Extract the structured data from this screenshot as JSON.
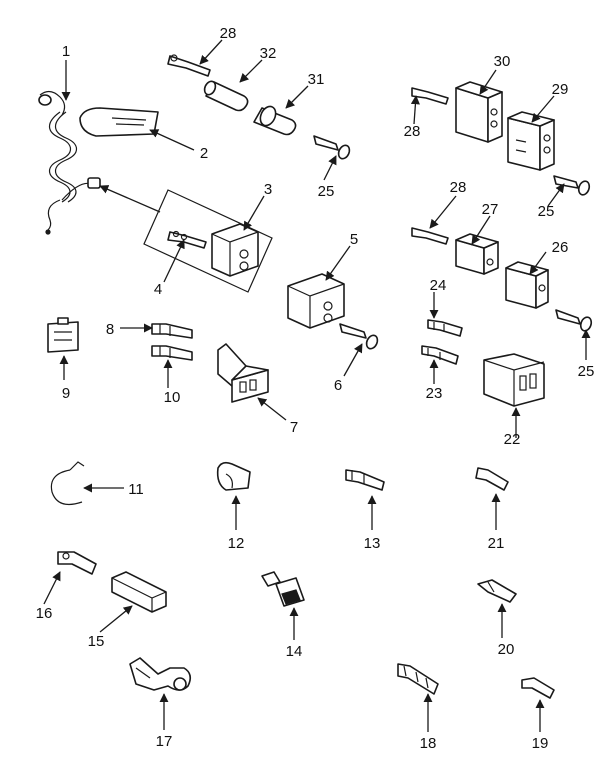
{
  "callouts": [
    "1",
    "2",
    "3",
    "4",
    "5",
    "6",
    "7",
    "8",
    "9",
    "10",
    "11",
    "12",
    "13",
    "14",
    "15",
    "16",
    "17",
    "18",
    "19",
    "20",
    "21",
    "22",
    "23",
    "24",
    "25",
    "25",
    "25",
    "26",
    "27",
    "28",
    "28",
    "28",
    "29",
    "30",
    "31",
    "32"
  ],
  "colors": {
    "ink": "#1a1a1a",
    "paper": "#ffffff"
  }
}
